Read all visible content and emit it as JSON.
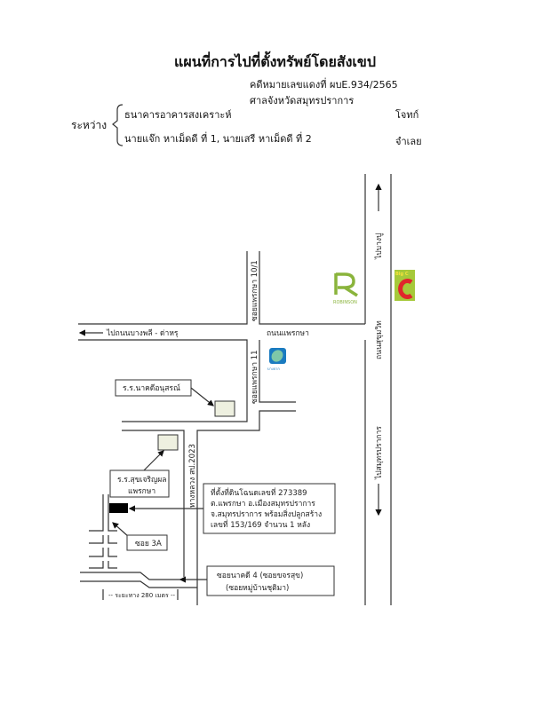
{
  "title": "แผนที่การไปที่ตั้งทรัพย์โดยสังเขป",
  "case_number": "คดีหมายเลขแดงที่  ผบE.934/2565",
  "court": "ศาลจังหวัดสมุทรปราการ",
  "between_label": "ระหว่าง",
  "plaintiff": {
    "name": "ธนาคารอาคารสงเคราะห์",
    "role": "โจทก์"
  },
  "defendant": {
    "name": "นายแจ๊ก หาเม็ดดี ที่ 1, นายเสรี หาเม็ดดี ที่ 2",
    "role": "จำเลย"
  },
  "map": {
    "to_bangpu": "ไปบางปู",
    "sukhumvit_road": "ถนนสุขุมวิท",
    "to_samutprakan": "ไปสมุทรปราการ",
    "to_bangphli": "ไปถนนบางพลี - ด่าหรุ",
    "praeksa_road": "ถนนแพรกษา",
    "soi_10_1": "ซอยแพรกษา 10/1",
    "soi_11": "ซอยแพรกษา 11",
    "highway": "ทางหลวง สป.2023",
    "school_1": "ร.ร.นาคดีอนุสรณ์",
    "school_2_line1": "ร.ร.สุขเจริญผล",
    "school_2_line2": "แพรกษา",
    "property_lines": [
      "ที่ตั้งที่ดินโฉนดเลขที่ 273389",
      "ต.แพรกษา อ.เมืองสมุทรปราการ",
      "จ.สมุทรปราการ พร้อมสิ่งปลูกสร้าง",
      "เลขที่ 153/169 จำนวน 1 หลัง"
    ],
    "soi_3a": "ซอย 3A",
    "soi_nakdee_line1": "ซอยนาคดี 4 (ซอยขจรสุข)",
    "soi_nakdee_line2": "(ซอยหมู่บ้านชุติมา)",
    "distance": "-- ระยะทาง 280 เมตร --",
    "robinson_logo": "ROBINSON",
    "bigc_logo": "Big C",
    "bangchak_logo": "บางจาก"
  },
  "colors": {
    "robinson": "#8ab43c",
    "bigc_bg": "#a6c93a",
    "bigc_c": "#e0262c",
    "bangchak": "#1a7bc0"
  }
}
